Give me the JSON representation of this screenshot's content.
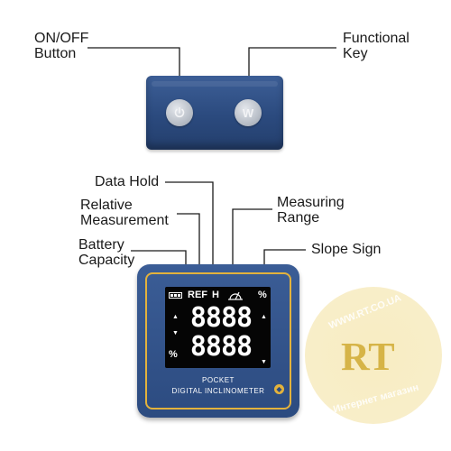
{
  "labels": {
    "on_off": [
      "ON/OFF",
      "Button"
    ],
    "functional": [
      "Functional",
      "Key"
    ],
    "data_hold": "Data Hold",
    "relative": [
      "Relative",
      "Measurement"
    ],
    "measuring": [
      "Measuring",
      "Range"
    ],
    "battery": [
      "Battery",
      "Capacity"
    ],
    "slope": "Slope Sign"
  },
  "top_device": {
    "power_icon": "power-icon",
    "func_key_glyph": "W"
  },
  "display": {
    "ref": "REF",
    "hold": "H",
    "percent_top": "%",
    "percent_bottom": "%",
    "row1": "8888",
    "row2": "8888"
  },
  "product": {
    "line1": "POCKET",
    "line2": "DIGITAL INCLINOMETER"
  },
  "watermark": {
    "url": "WWW.RT.CO.UA",
    "logo": "RT",
    "bottom": "Интернет магазин"
  },
  "colors": {
    "device_blue": "#2c4b80",
    "accent_gold": "#e3b23c",
    "lcd_black": "#050505"
  }
}
